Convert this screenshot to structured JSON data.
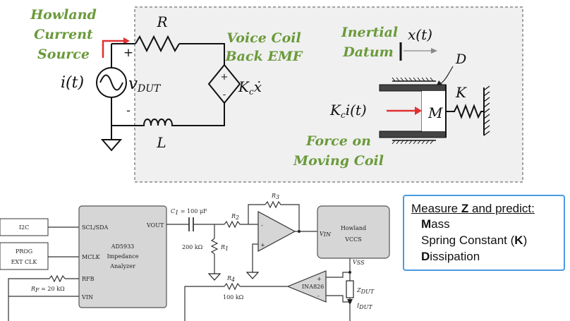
{
  "top_left": {
    "source_title_lines": [
      "Howland",
      "Current",
      "Source"
    ],
    "current": "i(t)",
    "voltage_main": "v",
    "voltage_sub": "DUT",
    "resistor": "R",
    "inductor": "L",
    "plus": "+",
    "minus": "-",
    "emf_title_lines": [
      "Voice Coil",
      "Back EMF"
    ],
    "emf_expr": "K",
    "emf_sub": "c",
    "emf_x": "ẋ"
  },
  "top_right": {
    "datum_lines": [
      "Inertial",
      "Datum"
    ],
    "position": "x(t)",
    "damper": "D",
    "spring": "K",
    "mass": "M",
    "force_expr": "K",
    "force_sub": "c",
    "force_arg": "i(t)",
    "force_title_lines": [
      "Force on",
      "Moving Coil"
    ]
  },
  "bottom": {
    "i2c": "I2C",
    "prog_lines": [
      "PROG",
      "EXT CLK"
    ],
    "chip_pins": [
      "SCL/SDA",
      "MCLK",
      "RFB",
      "VIN",
      "VOUT"
    ],
    "chip_lines": [
      "AD5933",
      "Impedance",
      "Analyzer"
    ],
    "rfb_label": "R",
    "rfb_sub": "F",
    "rfb_value": " = 20 kΩ",
    "c1_label": "C",
    "c1_sub": "1",
    "c1_value": " = 100 μF",
    "r1_value": "200 kΩ",
    "r1_label": "R",
    "r1_sub": "1",
    "r2_label": "R",
    "r2_sub": "2",
    "r3_label": "R",
    "r3_sub": "3",
    "r4_label": "R",
    "r4_sub": "4",
    "r4_value": "100 kΩ",
    "vccs_lines": [
      "Howland",
      "VCCS"
    ],
    "vin_label": "V",
    "vin_sub": "IN",
    "vs_label": "V",
    "vs_sub": "SS",
    "sense_amp": "INA826",
    "zdut_label": "Z",
    "zdut_sub": "DUT",
    "idut_label": "I",
    "idut_sub": "DUT"
  },
  "measure": {
    "title_prefix": "Measure ",
    "title_bold": "Z",
    "title_suffix": " and predict:",
    "items": [
      {
        "bold": "M",
        "rest": "ass"
      },
      {
        "pre": "Spring Constant (",
        "bold": "K",
        "post": ")"
      },
      {
        "bold": "D",
        "rest": "issipation"
      }
    ]
  },
  "colors": {
    "label_green": "#6a9a3a",
    "arrow_red": "#e03030",
    "box_border": "#4a9ae0",
    "chip_fill": "#d6d6d6",
    "panel_fill": "#f0f0f0",
    "dashed": "#888888"
  }
}
